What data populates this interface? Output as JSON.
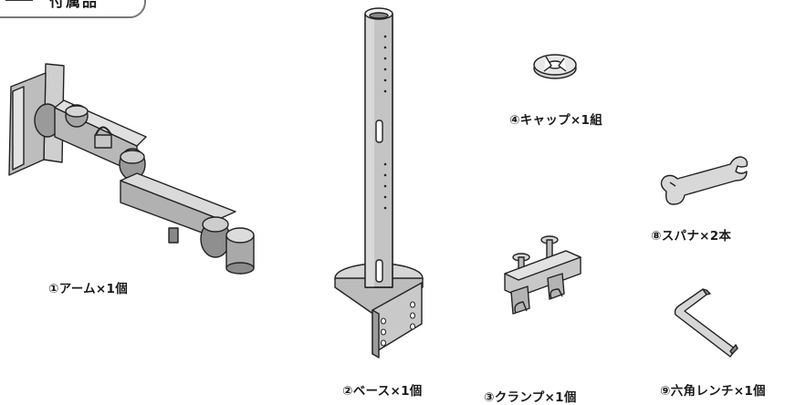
{
  "header": {
    "title_fragment": "付属品"
  },
  "parts": [
    {
      "id": "arm",
      "label": "①アーム×1個",
      "icon": "arm-icon"
    },
    {
      "id": "base",
      "label": "②ベース×1個",
      "icon": "base-pole-icon"
    },
    {
      "id": "clamp",
      "label": "③クランプ×1個",
      "icon": "clamp-icon"
    },
    {
      "id": "cap",
      "label": "④キャップ×1組",
      "icon": "cap-icon"
    },
    {
      "id": "wrench",
      "label": "⑧スパナ×2本",
      "icon": "wrench-icon"
    },
    {
      "id": "hexkey",
      "label": "⑨六角レンチ×1個",
      "icon": "hex-key-icon"
    }
  ],
  "colors": {
    "line": "#222222",
    "fill_light": "#d9d9d9",
    "fill_mid": "#b5b5b5",
    "fill_dark": "#8c8c8c"
  }
}
